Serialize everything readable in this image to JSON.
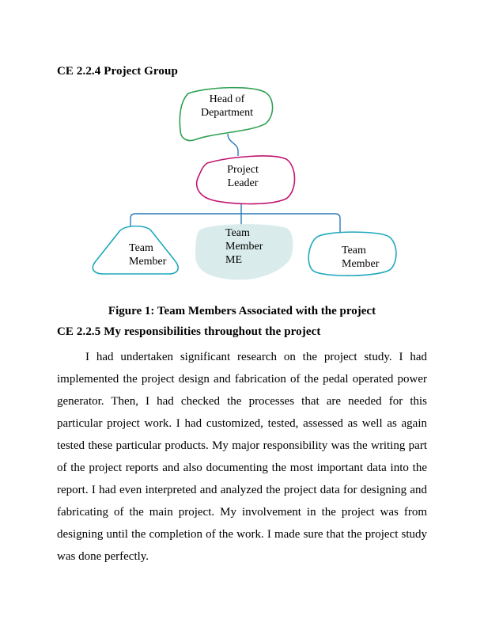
{
  "document": {
    "section1_heading": "CE 2.2.4 Project Group",
    "figure": {
      "caption": "Figure 1: Team Members Associated with the project",
      "nodes": {
        "head": "Head of\nDepartment",
        "leader": "Project\nLeader",
        "member_left": "Team\nMember",
        "member_me": "Team\nMember\nME",
        "member_right": "Team\nMember"
      },
      "colors": {
        "head_stroke": "#2fa052",
        "leader_stroke": "#c0156e",
        "member_stroke": "#1fa8bc",
        "member_me_fill": "#d9eceb",
        "connector": "#2b7bba"
      }
    },
    "section2_heading": "CE 2.2.5 My responsibilities throughout the project",
    "paragraph": "I had undertaken significant research on the project study. I had implemented the project design and fabrication of the pedal operated power generator. Then, I had checked the processes that are needed for this particular project work. I had customized, tested, assessed as well as again tested these particular products. My major responsibility was the writing part of the project reports and also documenting the most important data into the report. I had even interpreted and analyzed the project data for designing and fabricating of the main project. My involvement in the project was from designing until the completion of the work. I made sure that the project study was done perfectly."
  }
}
